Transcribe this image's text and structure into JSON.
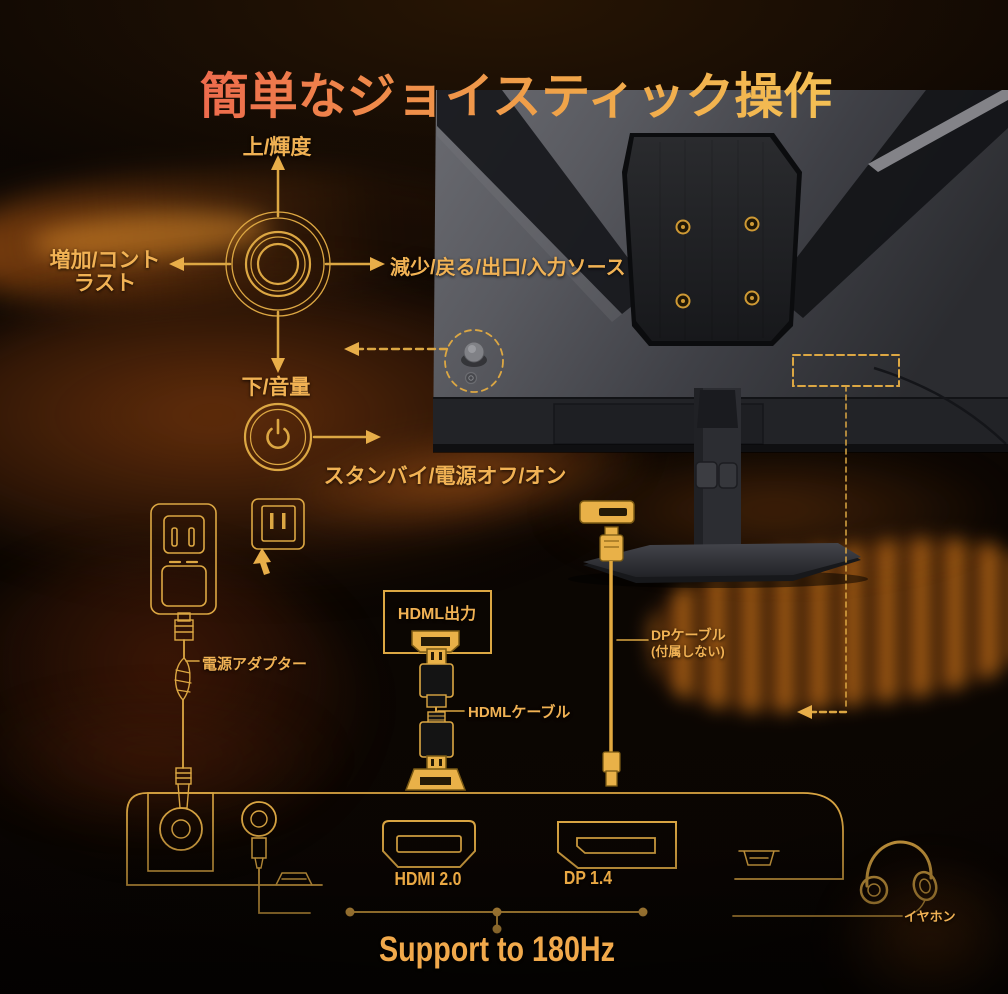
{
  "title": {
    "text": "簡単なジョイスティック操作"
  },
  "joystick": {
    "up_label": "上/輝度",
    "left_label_line1": "増加/コント",
    "left_label_line2": "ラスト",
    "right_label": "減少/戻る/出口/入力ソース",
    "down_label": "下/音量"
  },
  "power_button": {
    "label": "スタンバイ/電源オフ/オン"
  },
  "power": {
    "adapter_label": "電源アダプター"
  },
  "hdmi": {
    "source_box_label": "HDML出力",
    "cable_label": "HDMLケーブル",
    "port_label": "HDMI 2.0"
  },
  "dp": {
    "cable_label": "DPケーブル",
    "cable_note": "(付属しない)",
    "port_label": "DP 1.4"
  },
  "audio": {
    "earphone_label": "イヤホン"
  },
  "footer": {
    "support_text": "Support to 180Hz"
  },
  "colors": {
    "accent_gold": "#dca743",
    "label_gold": "#f1b254",
    "title_gradient_start": "#ee6b4d",
    "title_gradient_end": "#f4c054",
    "monitor_gray": "#55565b",
    "background_black": "#0b0603"
  }
}
